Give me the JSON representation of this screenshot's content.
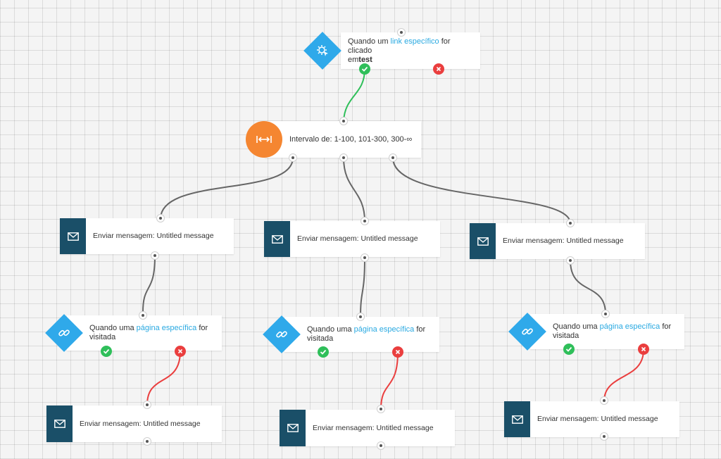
{
  "trigger": {
    "prefix": "Quando um ",
    "link": "link específico",
    "suffix": " for clicado",
    "line2_prefix": "em",
    "line2_bold": "test",
    "icon": "gear-cursor-icon"
  },
  "split": {
    "label": "Intervalo de: 1-100, 101-300, 300-∞",
    "icon": "range-arrows-icon",
    "color": "#f58631"
  },
  "message_label": "Enviar mensagem: Untitled message",
  "page_condition": {
    "prefix": "Quando uma ",
    "link": "página específica",
    "suffix": " for",
    "line2": "visitada",
    "icon": "link-chain-icon"
  },
  "colors": {
    "diamond": "#2fa9ea",
    "message_icon_bg": "#1a4f68",
    "yes": "#2fbf5a",
    "no": "#ea3e3e",
    "wire_default": "#666666",
    "link_text": "#29a9e1"
  },
  "branches": [
    {
      "message": "Enviar mensagem: Untitled message",
      "condition": "Quando uma página específica for visitada",
      "followup": "Enviar mensagem: Untitled message"
    },
    {
      "message": "Enviar mensagem: Untitled message",
      "condition": "Quando uma página específica for visitada",
      "followup": "Enviar mensagem: Untitled message"
    },
    {
      "message": "Enviar mensagem: Untitled message",
      "condition": "Quando uma página específica for visitada",
      "followup": "Enviar mensagem: Untitled message"
    }
  ]
}
